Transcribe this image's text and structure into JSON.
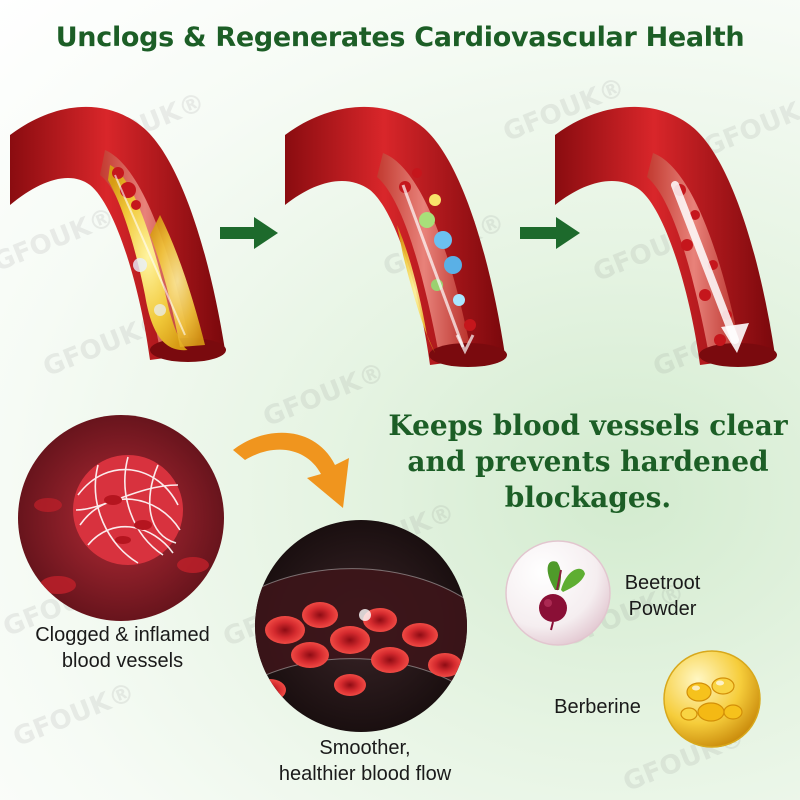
{
  "title": "Unclogs & Regenerates Cardiovascular Health",
  "tagline": {
    "line1": "Keeps blood vessels clear",
    "line2": "and prevents hardened",
    "line3": "blockages."
  },
  "watermark_text": "GFOUK®",
  "stages": [
    {
      "name": "clogged-vessel"
    },
    {
      "name": "clearing-vessel"
    },
    {
      "name": "clear-vessel"
    }
  ],
  "comparison": {
    "clogged_caption_line1": "Clogged & inflamed",
    "clogged_caption_line2": "blood vessels",
    "smooth_caption_line1": "Smoother,",
    "smooth_caption_line2": "healthier blood flow"
  },
  "ingredients": [
    {
      "label_line1": "Beetroot",
      "label_line2": "Powder"
    },
    {
      "label_line1": "Berberine"
    }
  ],
  "colors": {
    "title_green": "#1c5e26",
    "arrow_green": "#1d6a2c",
    "arrow_orange": "#f0951e",
    "vessel_red": "#b8141a"
  }
}
